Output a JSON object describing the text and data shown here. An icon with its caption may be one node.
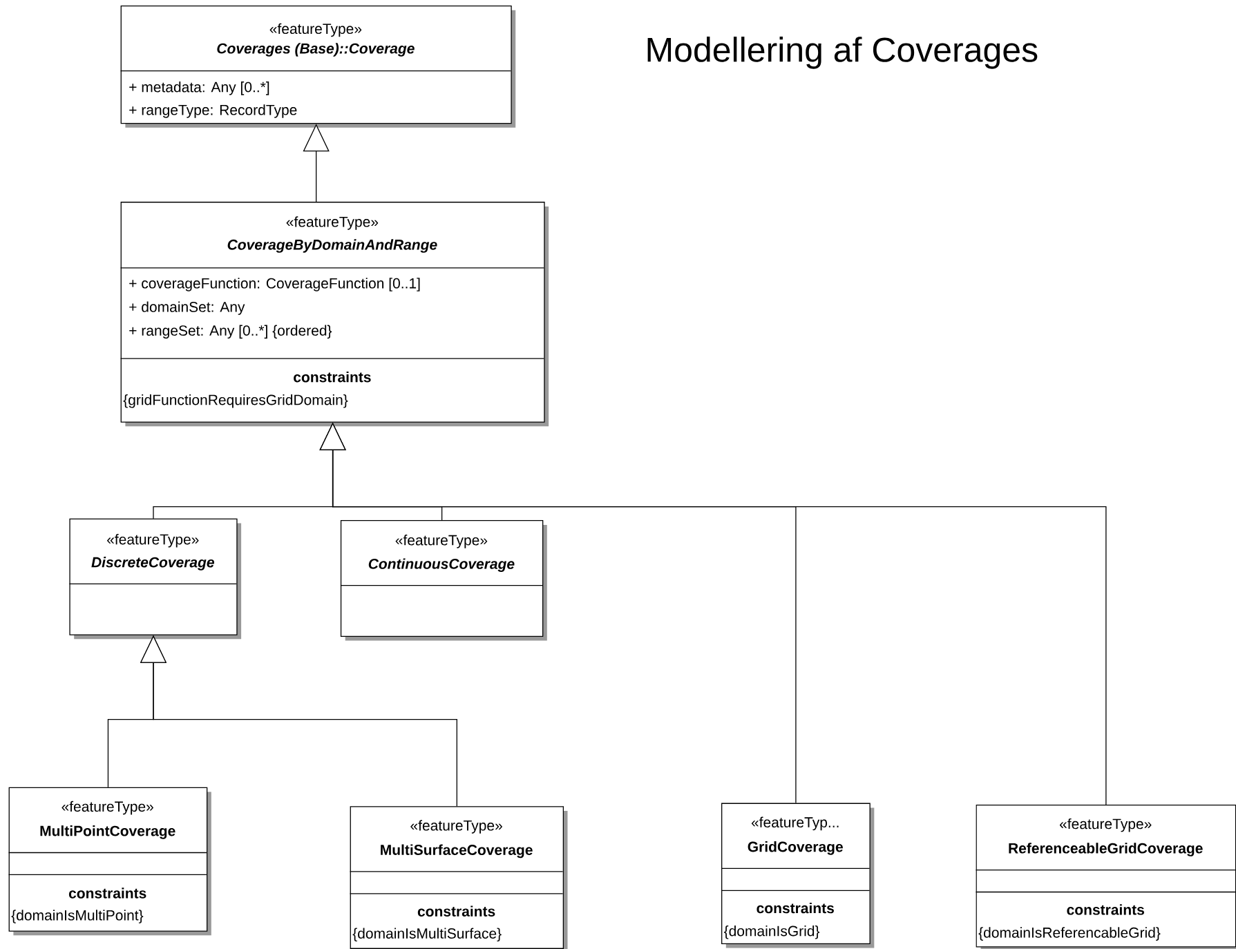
{
  "diagram": {
    "title": "Modellering af Coverages",
    "nodes": [
      {
        "text": [
          "«featureType»",
          "Coverages (Base)::Coverage",
          "+ metadata: Any [0..*]",
          "+ rangeType: RecordType"
        ]
      },
      {
        "text": [
          "«featureType»",
          "CoverageByDomainAndRange",
          "+ coverageFunction: CoverageFunction [0..1]",
          "+ domainSet: Any",
          "+ rangeSet: Any [0..*] {ordered}",
          "constraints",
          "{gridFunctionRequiresGridDomain}"
        ]
      },
      {
        "text": [
          "«featureType»",
          "DiscreteCoverage"
        ]
      },
      {
        "text": [
          "«featureType»",
          "ContinuousCoverage"
        ]
      },
      {
        "text": [
          "«featureType»",
          "MultiPointCoverage",
          "constraints",
          "{domainIsMultiPoint}"
        ]
      },
      {
        "text": [
          "«featureType»",
          "MultiSurfaceCoverage",
          "constraints",
          "{domainIsMultiSurface}"
        ]
      },
      {
        "text": [
          "«featureTyp...",
          "GridCoverage",
          "constraints",
          "{domainIsGrid}"
        ]
      },
      {
        "text": [
          "«featureType»",
          "ReferenceableGridCoverage",
          "constraints",
          "{domainIsReferencableGrid}"
        ]
      }
    ],
    "edges": [
      {
        "from": 1,
        "to": 0,
        "arrow": "to"
      },
      {
        "from": 2,
        "to": 1,
        "arrow": "to"
      },
      {
        "from": 3,
        "to": 1,
        "arrow": "to"
      },
      {
        "from": 6,
        "to": 1,
        "arrow": "to"
      },
      {
        "from": 7,
        "to": 1,
        "arrow": "to"
      },
      {
        "from": 4,
        "to": 2,
        "arrow": "to"
      },
      {
        "from": 5,
        "to": 2,
        "arrow": "to"
      }
    ]
  }
}
